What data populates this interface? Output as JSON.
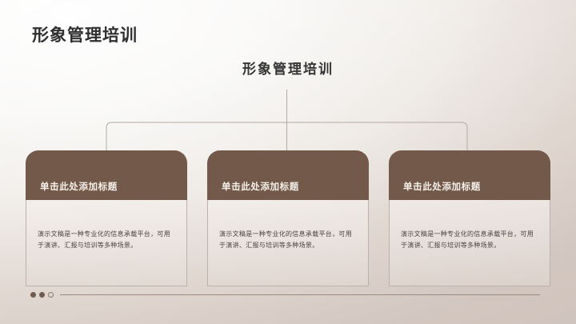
{
  "slide": {
    "deck_title": "形象管理培训",
    "center_title": "形象管理培训",
    "theme": {
      "accent_brown": "#72594a",
      "card_border": "#bdb2ab",
      "connector_line": "#b0a7a1",
      "heading_color": "#2f2f2f",
      "body_text_color": "#4a4340",
      "background_start": "#fdfdfd",
      "background_end": "#d6cbc5"
    }
  },
  "cards": [
    {
      "title": "单击此处添加标题",
      "body": "演示文稿是一种专业化的信息承载平台，可用于演讲、汇报与培训等多种场景。"
    },
    {
      "title": "单击此处添加标题",
      "body": "演示文稿是一种专业化的信息承载平台，可用于演讲、汇报与培训等多种场景。"
    },
    {
      "title": "单击此处添加标题",
      "body": "演示文稿是一种专业化的信息承载平台，可用于演讲、汇报与培训等多种场景。"
    }
  ],
  "pager": {
    "dots": [
      "filled",
      "filled",
      "hollow"
    ]
  }
}
